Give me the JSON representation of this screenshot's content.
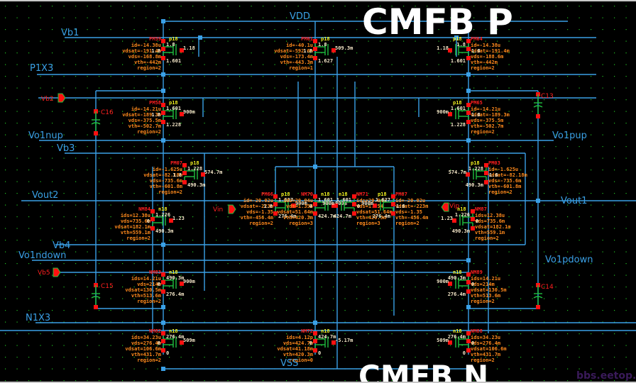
{
  "title_annotation": "CMFB P",
  "bottom_annotation": "CMFB N",
  "watermark": "bbs.eetop.cn",
  "supply_labels": {
    "vdd": "VDD",
    "vss": "VSS"
  },
  "nets": [
    {
      "name": "Vb1"
    },
    {
      "name": "P1X3"
    },
    {
      "name": "Vo1nup"
    },
    {
      "name": "Vb3"
    },
    {
      "name": "Vout2"
    },
    {
      "name": "Vb4"
    },
    {
      "name": "Vo1ndown"
    },
    {
      "name": "N1X3"
    },
    {
      "name": "Vo1pup"
    },
    {
      "name": "Vout1"
    },
    {
      "name": "Vo1pdown"
    }
  ],
  "pins": [
    {
      "name": "Vb2"
    },
    {
      "name": "Vb5"
    },
    {
      "name": "Vin"
    },
    {
      "name": "Vip"
    }
  ],
  "capacitors": [
    {
      "name": "C16"
    },
    {
      "name": "C15"
    },
    {
      "name": "C13"
    },
    {
      "name": "C14"
    }
  ],
  "transistors": [
    {
      "id": "PM59",
      "model": "p18",
      "params": [
        "id=-14.38u",
        "vdsat=-191.4m",
        "vds=-168.8m",
        "vth=-442m",
        "region=2"
      ],
      "volts": [
        "1.8",
        "1.8",
        "1.18",
        "1.601"
      ]
    },
    {
      "id": "PM58",
      "model": "p18",
      "params": [
        "id=-14.21u",
        "vdsat=-189.3m",
        "vds=-375.5m",
        "vth=-502.7m",
        "region=2"
      ],
      "volts": [
        "1.601",
        "1.8",
        "900m",
        "1.228"
      ]
    },
    {
      "id": "PM61",
      "model": "p18",
      "params": [
        "id=-40.1u",
        "vdsat=-592.6m",
        "vds=-173.4m",
        "vth=-443.3m",
        "region=1"
      ],
      "volts": [
        "1.8",
        "1.8",
        "509.3m",
        "1.627"
      ]
    },
    {
      "id": "PM64",
      "model": "p18",
      "params": [
        "id=-14.38u",
        "vdsat=-191.4m",
        "vds=-188.6m",
        "vth=-442m",
        "region=2"
      ],
      "volts": [
        "1.8",
        "1.8",
        "1.18",
        "1.601"
      ]
    },
    {
      "id": "PM65",
      "model": "p18",
      "params": [
        "id=-14.21u",
        "vdsat=-189.3m",
        "vds=-375.5m",
        "vth=-502.7m",
        "region=2"
      ],
      "volts": [
        "1.601",
        "1.8",
        "900m",
        "1.228"
      ]
    },
    {
      "id": "PM07",
      "model": "p18",
      "params": [
        "id=-1.625u",
        "vdsat=-82.18m",
        "vds=-735.6m",
        "vth=-601.8m",
        "region=2"
      ],
      "volts": [
        "1.228",
        "1.8",
        "574.7m",
        "490.3m"
      ]
    },
    {
      "id": "PM03",
      "model": "p18",
      "params": [
        "id=-1.625u",
        "vdsat=-82.18m",
        "vds=-735.6m",
        "vth=-601.8m",
        "region=2"
      ],
      "volts": [
        "1.228",
        "1.8",
        "574.7m",
        "490.3m"
      ]
    },
    {
      "id": "NM84",
      "model": "n18",
      "params": [
        "ids=12.38u",
        "vds=735.6m",
        "vdsat=182.1m",
        "vth=559.1m",
        "region=2"
      ],
      "volts": [
        "1.226",
        "0",
        "1.23",
        "490.3m"
      ]
    },
    {
      "id": "NM87",
      "model": "n18",
      "params": [
        "ids=12.38u",
        "vds=735.6m",
        "vdsat=182.1m",
        "vth=559.1m",
        "region=2"
      ],
      "volts": [
        "1.226",
        "0",
        "1.23",
        "490.3m"
      ]
    },
    {
      "id": "PM66",
      "model": "p18",
      "params": [
        "id=-20.02u",
        "vdsat=-223m",
        "vds=-1.35",
        "vth=-456.4m",
        "region=2"
      ],
      "volts": [
        "1.627",
        "1.8",
        "900m",
        "276.4m"
      ]
    },
    {
      "id": "NM70",
      "model": "n18",
      "params": [
        "ids=20.04u",
        "vds=1.354",
        "vdsat=51.64m",
        "vth=420.3m",
        "region=3"
      ],
      "volts": [
        "1.601",
        "0",
        "900m",
        "424.7m"
      ]
    },
    {
      "id": "NM71",
      "model": "n18",
      "params": [
        "ids=20.04u",
        "vds=1.354",
        "vdsat=51.64m",
        "vth=420.3m",
        "region=3"
      ],
      "volts": [
        "1.601",
        "0",
        "900m",
        "424.7m"
      ]
    },
    {
      "id": "PM67",
      "model": "p18",
      "params": [
        "id=-20.02u",
        "vdsat=-223m",
        "vds=-1.35",
        "vth=-456.4m",
        "region=2"
      ],
      "volts": [
        "1.627",
        "1.8",
        "900m",
        "276.4m"
      ]
    },
    {
      "id": "NM83",
      "model": "n18",
      "params": [
        "ids=14.21u",
        "vds=214m",
        "vdsat=130.5m",
        "vth=513.6m",
        "region=2"
      ],
      "volts": [
        "490.3m",
        "0",
        "900m",
        "276.4m"
      ]
    },
    {
      "id": "NM89",
      "model": "n18",
      "params": [
        "ids=14.21u",
        "vds=214m",
        "vdsat=130.5m",
        "vth=513.6m",
        "region=2"
      ],
      "volts": [
        "490.3m",
        "0",
        "900m",
        "276.4m"
      ]
    },
    {
      "id": "NM82",
      "model": "n18",
      "params": [
        "ids=34.23u",
        "vds=276.4m",
        "vdsat=106.6m",
        "vth=431.7m",
        "region=2"
      ],
      "volts": [
        "276.4m",
        "0",
        "509m",
        "0"
      ]
    },
    {
      "id": "NM72",
      "model": "n18",
      "params": [
        "ids=4.12p",
        "vds=424.7m",
        "vdsat=41.18m",
        "vth=420.3m",
        "region=0"
      ],
      "volts": [
        "424.7m",
        "0",
        "-5.17m",
        "0"
      ]
    },
    {
      "id": "NM88",
      "model": "n18",
      "params": [
        "ids=34.23u",
        "vds=276.4m",
        "vdsat=106.6m",
        "vth=431.7m",
        "region=2"
      ],
      "volts": [
        "276.4m",
        "0",
        "509m",
        "0"
      ]
    }
  ]
}
